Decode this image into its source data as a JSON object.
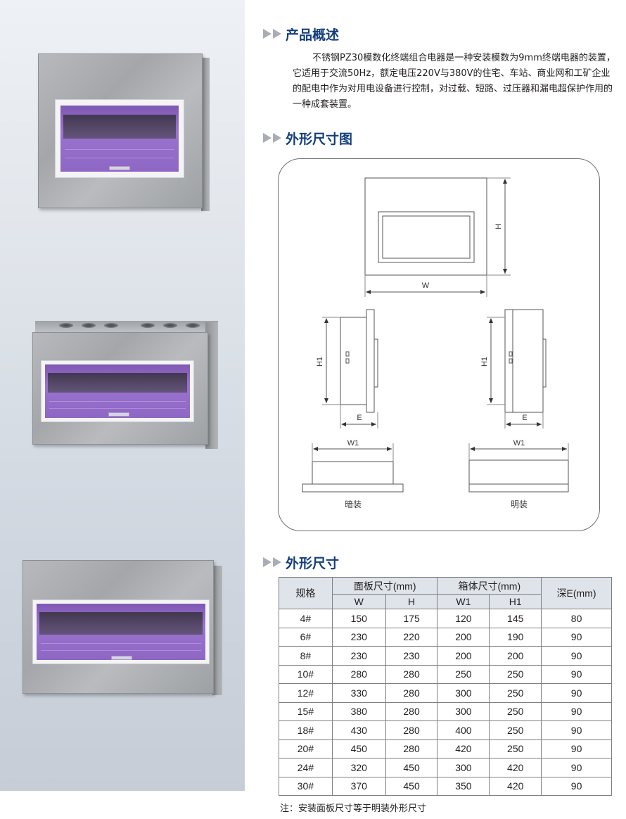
{
  "sections": {
    "overview": {
      "title": "产品概述",
      "text": "不锈钢PZ30模数化终端组合电器是一种安装模数为9mm终端电器的装置，它适用于交流50Hz，额定电压220V与380V的住宅、车站、商业网和工矿企业的配电中作为对用电设备进行控制，对过载、短路、过压器和漏电超保护作用的一种成套装置。"
    },
    "drawing": {
      "title": "外形尺寸图",
      "labels": {
        "h": "H",
        "w": "W",
        "h1_left": "H1",
        "e_left": "E",
        "h1_right": "H1",
        "e_right": "E",
        "w1_left": "W1",
        "w1_right": "W1",
        "caption_flush": "暗装",
        "caption_surface": "明装"
      }
    },
    "dimensions": {
      "title": "外形尺寸"
    }
  },
  "table": {
    "col_spec": "规格",
    "group_panel": "面板尺寸(mm)",
    "group_box": "箱体尺寸(mm)",
    "col_depth": "深E(mm)",
    "sub_w": "W",
    "sub_h": "H",
    "sub_w1": "W1",
    "sub_h1": "H1",
    "rows": [
      [
        "4#",
        "150",
        "175",
        "120",
        "145",
        "80"
      ],
      [
        "6#",
        "230",
        "220",
        "200",
        "190",
        "90"
      ],
      [
        "8#",
        "230",
        "230",
        "200",
        "200",
        "90"
      ],
      [
        "10#",
        "280",
        "280",
        "250",
        "250",
        "90"
      ],
      [
        "12#",
        "330",
        "280",
        "300",
        "250",
        "90"
      ],
      [
        "15#",
        "380",
        "280",
        "300",
        "250",
        "90"
      ],
      [
        "18#",
        "430",
        "280",
        "400",
        "250",
        "90"
      ],
      [
        "20#",
        "450",
        "280",
        "420",
        "250",
        "90"
      ],
      [
        "24#",
        "320",
        "450",
        "300",
        "420",
        "90"
      ],
      [
        "30#",
        "370",
        "450",
        "350",
        "420",
        "90"
      ]
    ]
  },
  "note": "注：安装面板尺寸等于明装外形尺寸",
  "colors": {
    "heading": "#133e7c",
    "arrow": "#a9aeb6",
    "table_header": "#dfe3ea",
    "cover_purple": "#8e66c4"
  }
}
